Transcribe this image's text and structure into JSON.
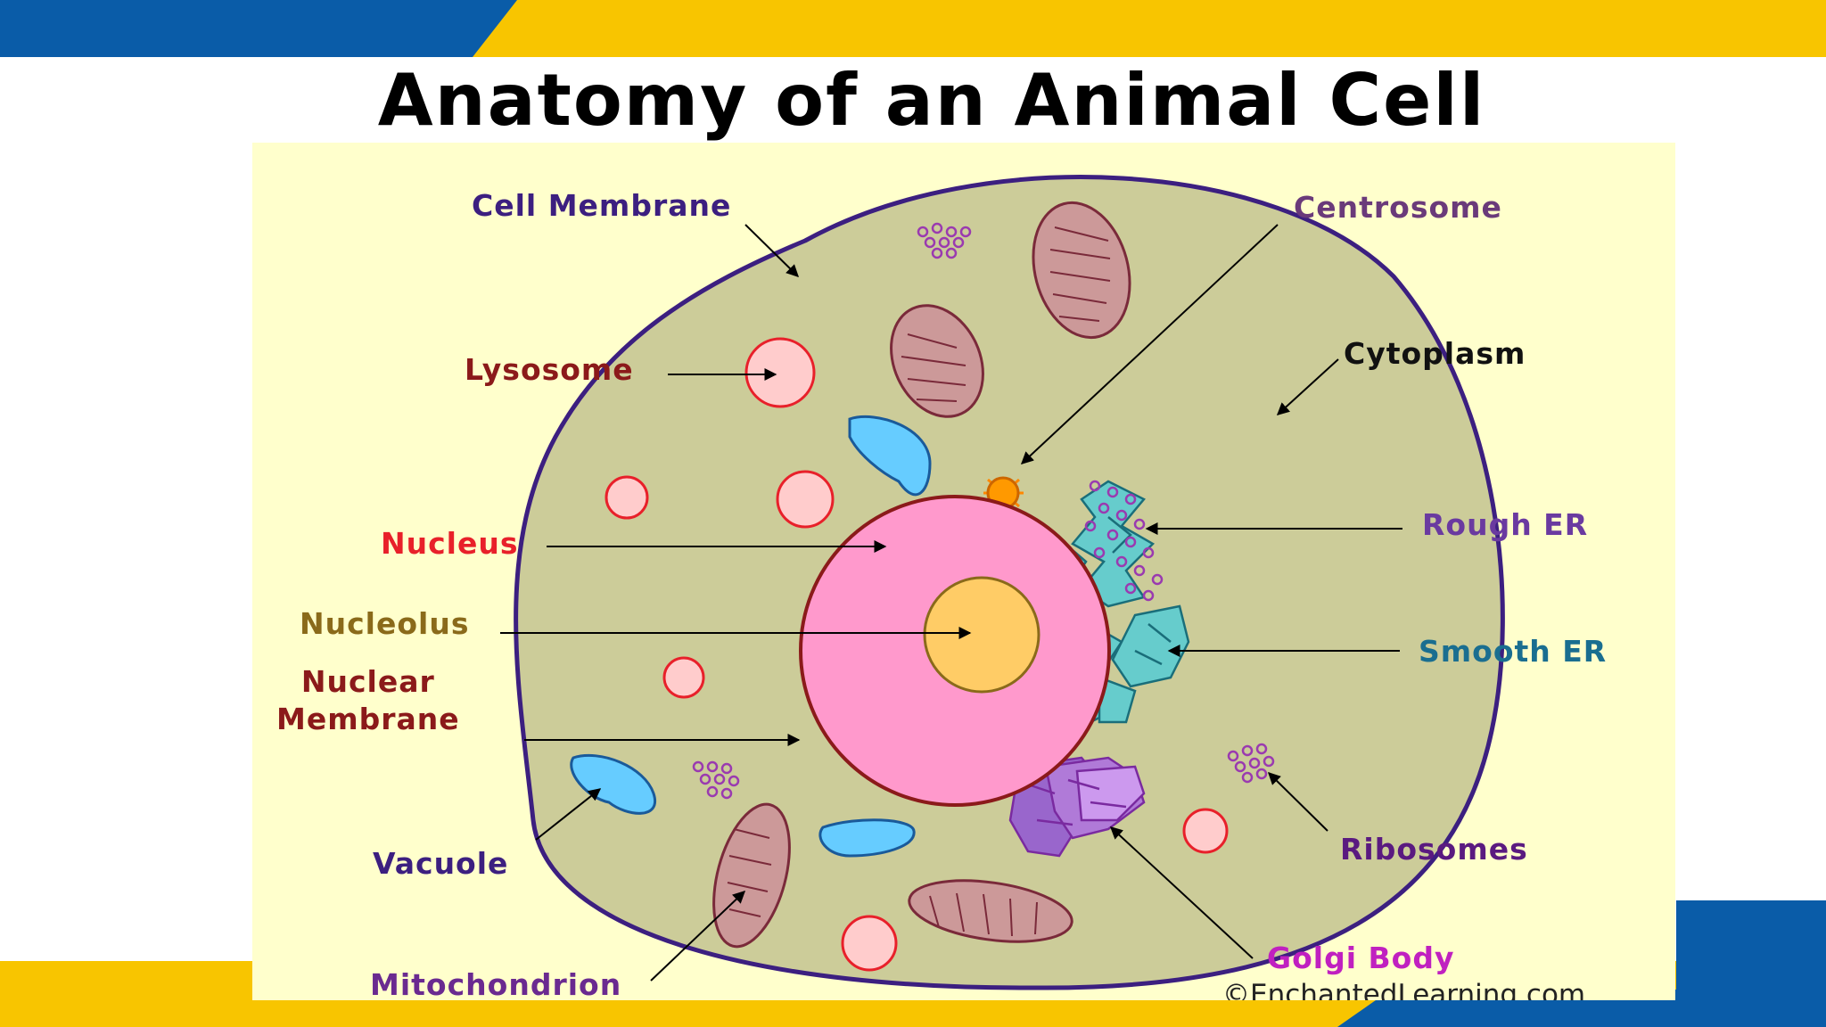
{
  "title": "Anatomy of an Animal Cell",
  "colors": {
    "slide_blue": "#0a5ca8",
    "slide_yellow": "#f8c500",
    "panel_bg": "#ffffcc",
    "cytoplasm": "#cccc99",
    "membrane": "#3c1f80"
  },
  "labels": {
    "cell_membrane": {
      "text": "Cell Membrane",
      "color": "#3c1f80"
    },
    "centrosome": {
      "text": "Centrosome",
      "color": "#6a3a7a"
    },
    "lysosome": {
      "text": "Lysosome",
      "color": "#8b1a1a"
    },
    "cytoplasm": {
      "text": "Cytoplasm",
      "color": "#111111"
    },
    "nucleus": {
      "text": "Nucleus",
      "color": "#e8202a"
    },
    "rough_er": {
      "text": "Rough ER",
      "color": "#6a3aa0"
    },
    "nucleolus": {
      "text": "Nucleolus",
      "color": "#8a6a1a"
    },
    "smooth_er": {
      "text": "Smooth ER",
      "color": "#1a6e90"
    },
    "nuclear_membrane": {
      "text": "Nuclear\nMembrane",
      "color": "#8b1a1a"
    },
    "vacuole": {
      "text": "Vacuole",
      "color": "#3c1f80"
    },
    "ribosomes": {
      "text": "Ribosomes",
      "color": "#5a1a80"
    },
    "golgi_body": {
      "text": "Golgi Body",
      "color": "#c020c0"
    },
    "mitochondrion": {
      "text": "Mitochondrion",
      "color": "#6a2a90"
    }
  },
  "credit": "©EnchantedLearning.com"
}
